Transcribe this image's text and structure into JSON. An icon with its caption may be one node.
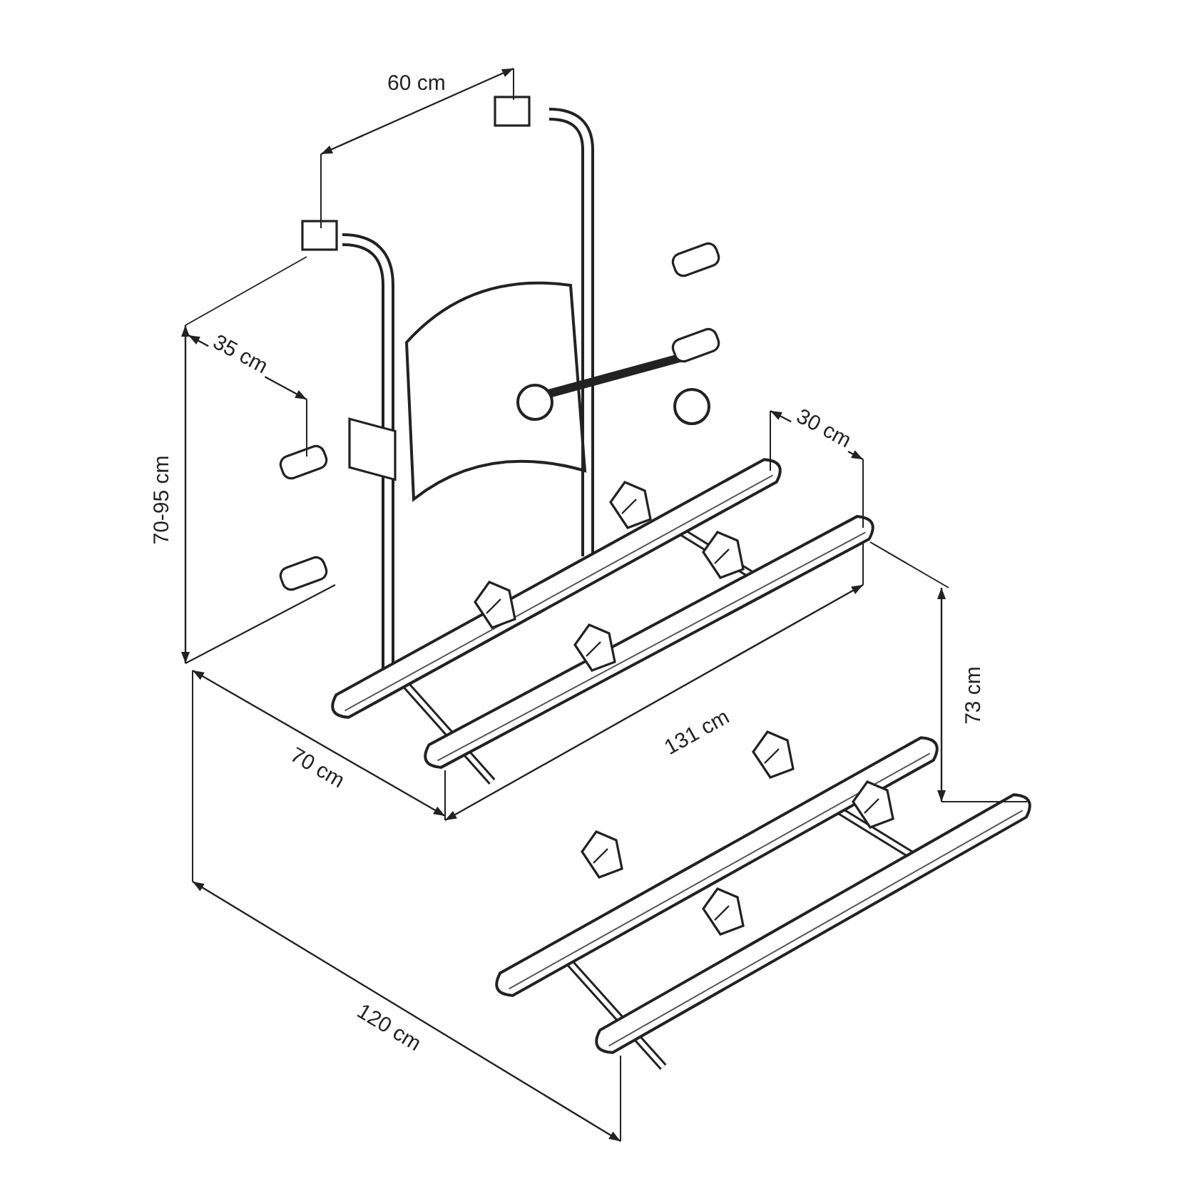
{
  "diagram": {
    "labels": [
      "60 cm",
      "35 cm",
      "70-95 cm",
      "30 cm",
      "73 cm",
      "131 cm",
      "70 cm",
      "120 cm"
    ]
  }
}
